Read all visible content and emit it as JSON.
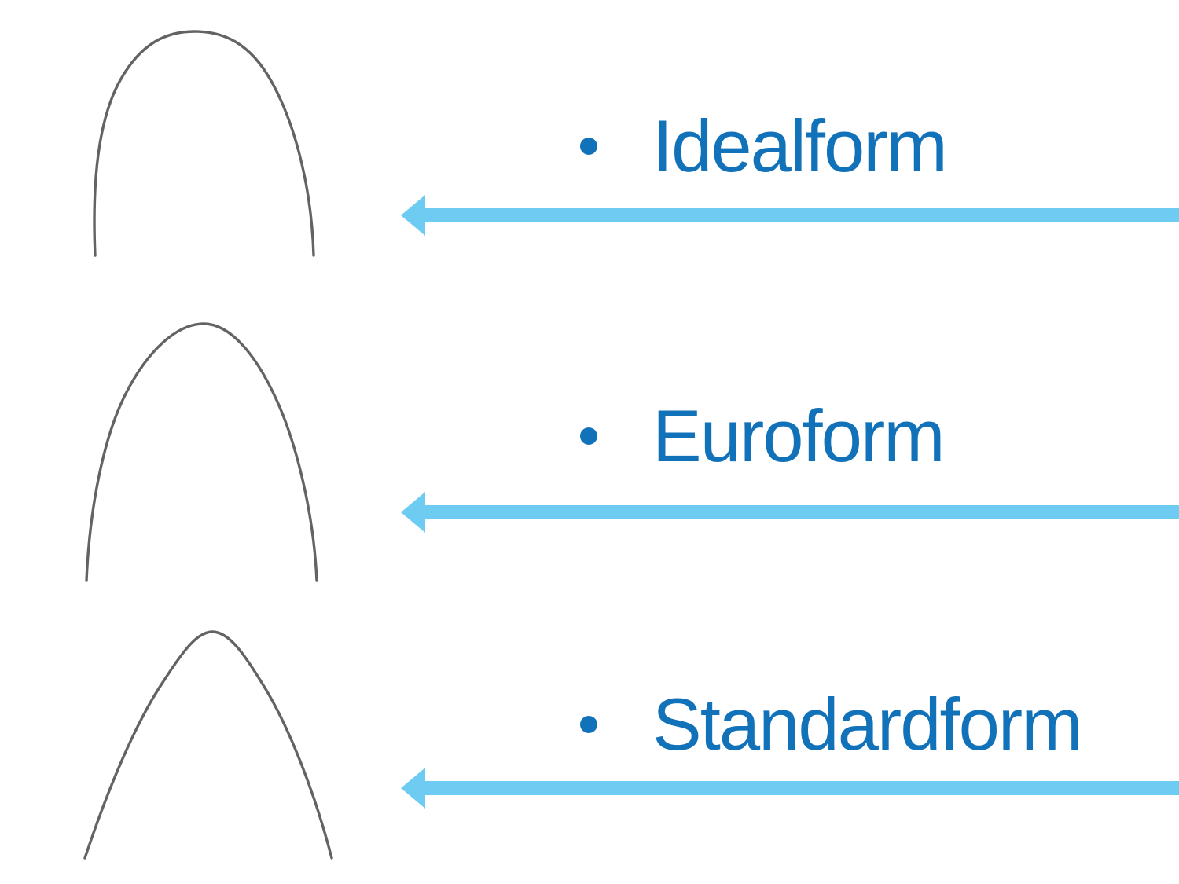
{
  "slide": {
    "background": "#ffffff"
  },
  "colors": {
    "label_blue": "#1272b9",
    "arrow_blue": "#6ecbf1",
    "wire_gray": "#636363"
  },
  "items": [
    {
      "label": "Idealform",
      "icon": "idealform-archwire",
      "arrow_icon": "left-arrow-icon",
      "bullet_icon": "bullet-icon"
    },
    {
      "label": "Euroform",
      "icon": "euroform-archwire",
      "arrow_icon": "left-arrow-icon",
      "bullet_icon": "bullet-icon"
    },
    {
      "label": "Standardform",
      "icon": "standardform-archwire",
      "arrow_icon": "left-arrow-icon",
      "bullet_icon": "bullet-icon"
    }
  ]
}
